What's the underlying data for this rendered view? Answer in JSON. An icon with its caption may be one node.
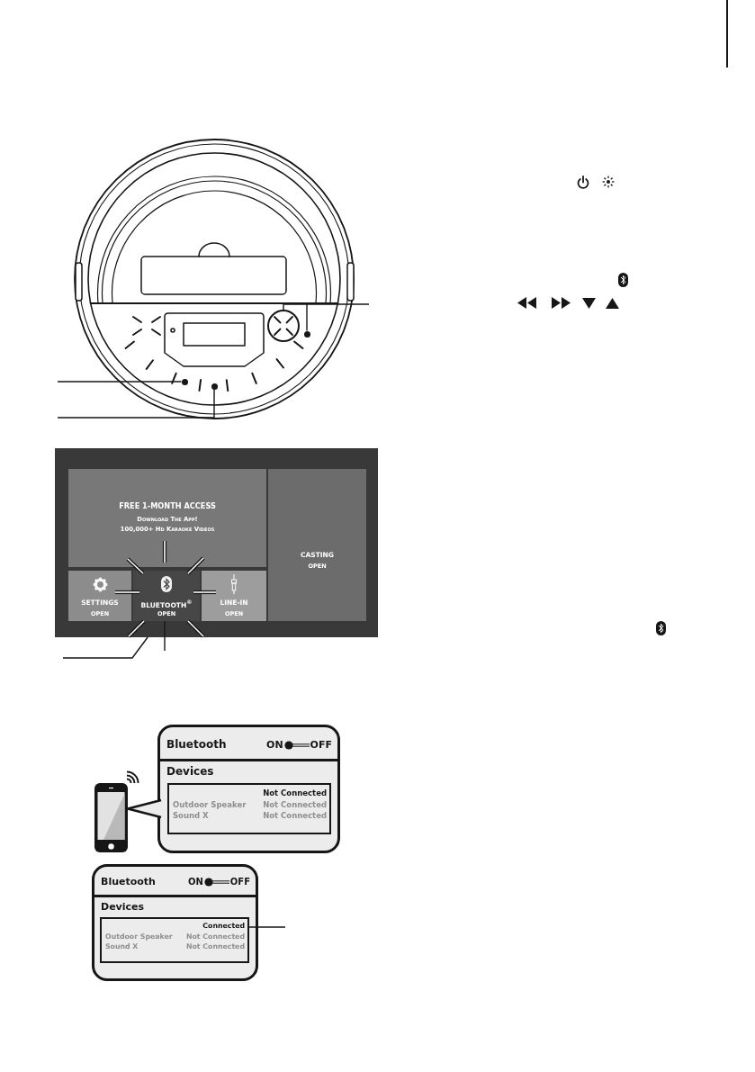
{
  "diagram": {
    "nodes": [
      {
        "text": [],
        "shape": "circle"
      },
      {
        "text": [],
        "shape": "circle"
      },
      {
        "text": [],
        "shape": "circle"
      },
      {
        "text": [],
        "shape": "circle"
      },
      {
        "text": [],
        "shape": "box"
      },
      {
        "text": [
          "FREE 1-MONTH ACCESS",
          "Download The App!",
          "100,000+ Hd Karaoke Videos"
        ],
        "in": 4
      },
      {
        "text": [
          "SETTINGS",
          "OPEN"
        ],
        "in": 4
      },
      {
        "text": [
          "BLUETOOTH$^{®}$",
          "OPEN"
        ],
        "in": 4
      },
      {
        "text": [
          "LINE-IN",
          "OPEN"
        ],
        "in": 4
      },
      {
        "text": [
          "CASTING",
          "OPEN"
        ],
        "in": 4
      },
      {
        "text": [],
        "shape": "picture"
      },
      {
        "text": [
          "Bluetooth",
          "ON",
          "OFF",
          "Devices"
        ]
      },
      {
        "text": [
          "Not Connected",
          "Outdoor Speaker",
          "Not Connected",
          "Sound X",
          "Not Connected"
        ],
        "in": 11
      },
      {
        "text": [
          "Bluetooth",
          "ON",
          "OFF",
          "Devices"
        ]
      },
      {
        "text": [
          "Connected",
          "Outdoor Speaker",
          "Not Connected",
          "Sound X",
          "Not Connected"
        ],
        "in": 13
      }
    ],
    "edges": [
      {
        "from": null,
        "to": 0,
        "arrow": "none"
      },
      {
        "from": null,
        "to": 1,
        "arrow": "none"
      },
      {
        "from": null,
        "to": 2,
        "arrow": "none"
      },
      {
        "from": null,
        "to": 3,
        "arrow": "none"
      },
      {
        "from": null,
        "to": 4,
        "arrow": "none"
      },
      {
        "from": null,
        "to": 7,
        "arrow": "none"
      },
      {
        "from": 11,
        "to": 10,
        "arrow": "none"
      },
      {
        "from": 14,
        "to": null,
        "arrow": "none"
      }
    ]
  }
}
